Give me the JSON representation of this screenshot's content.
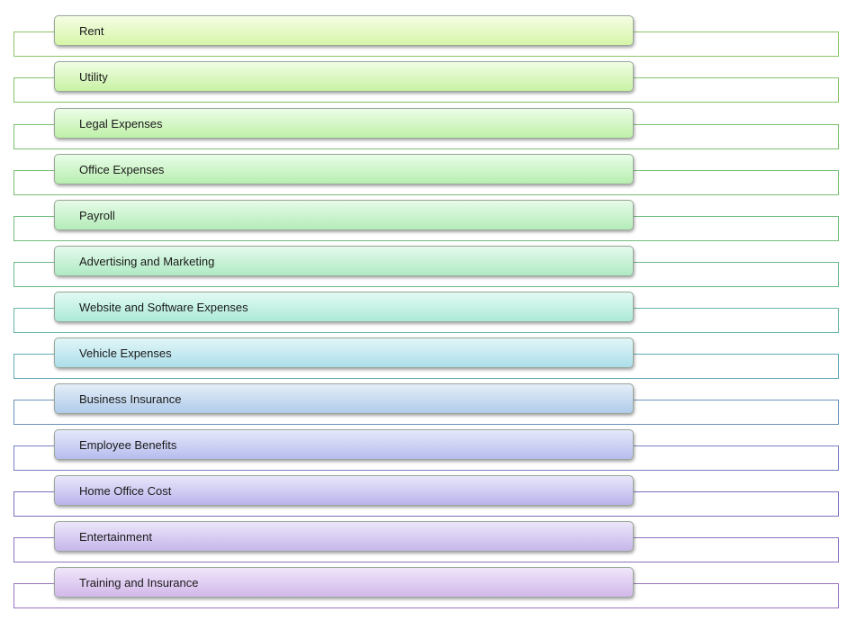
{
  "items": [
    {
      "label": "Rent",
      "fill_top": "#f5fde4",
      "fill_bottom": "#d6f5a8",
      "outline": "#8cc46a"
    },
    {
      "label": "Utility",
      "fill_top": "#f0fde4",
      "fill_bottom": "#c8f2a4",
      "outline": "#84c26a"
    },
    {
      "label": "Legal Expenses",
      "fill_top": "#ebfde6",
      "fill_bottom": "#bff0a8",
      "outline": "#7dc06e"
    },
    {
      "label": "Office Expenses",
      "fill_top": "#e8fde8",
      "fill_bottom": "#b8eeb0",
      "outline": "#78be74"
    },
    {
      "label": "Payroll",
      "fill_top": "#e6fbe8",
      "fill_bottom": "#b4ecb8",
      "outline": "#72bb7c"
    },
    {
      "label": "Advertising and Marketing",
      "fill_top": "#e4faec",
      "fill_bottom": "#b0eac4",
      "outline": "#6cb888"
    },
    {
      "label": "Website and Software Expenses",
      "fill_top": "#e2faf4",
      "fill_bottom": "#acead8",
      "outline": "#66b4a4"
    },
    {
      "label": "Vehicle Expenses",
      "fill_top": "#e2f6f8",
      "fill_bottom": "#acdeea",
      "outline": "#64aab8"
    },
    {
      "label": "Business Insurance",
      "fill_top": "#e4eef8",
      "fill_bottom": "#b0cbea",
      "outline": "#6a92b8"
    },
    {
      "label": "Employee Benefits",
      "fill_top": "#e6e8fa",
      "fill_bottom": "#b6bdee",
      "outline": "#7480c0"
    },
    {
      "label": "Home Office Cost",
      "fill_top": "#e8e6fa",
      "fill_bottom": "#bab4ec",
      "outline": "#7a70c0"
    },
    {
      "label": "Entertainment",
      "fill_top": "#ece6fa",
      "fill_bottom": "#c6b6ea",
      "outline": "#8a72bc"
    },
    {
      "label": "Training and Insurance",
      "fill_top": "#f0e6fa",
      "fill_bottom": "#d2b8ea",
      "outline": "#9a74bc"
    }
  ]
}
